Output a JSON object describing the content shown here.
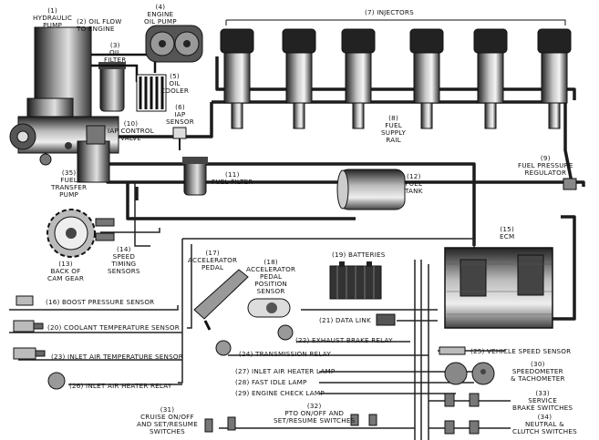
{
  "components": {
    "hydraulic_pump": "(1)\nHYDRAULIC\nPUMP",
    "oil_flow": "(2) OIL FLOW\nTO ENGINE",
    "oil_filter": "(3)\nOIL\nFILTER",
    "engine_oil_pump": "(4)\nENGINE\nOIL PUMP",
    "oil_cooler": "(5)\nOIL\nCOOLER",
    "iap_sensor": "(6)\nIAP\nSENSOR",
    "injectors": "(7) INJECTORS",
    "fuel_supply_rail": "(8)\nFUEL\nSUPPLY\nRAIL",
    "fuel_pressure_regulator": "(9)\nFUEL PRESSURE\nREGULATOR",
    "iap_control_valve": "(10)\nIAP CONTROL\nVALVE",
    "fuel_filter": "(11)\nFUEL FILTER",
    "fuel_tank": "(12)\nFUEL\nTANK",
    "back_of_cam_gear": "(13)\nBACK OF\nCAM GEAR",
    "speed_timing_sensors": "(14)\nSPEED\nTIMING\nSENSORS",
    "fuel_transfer_pump": "(35)\nFUEL\nTRANSFER\nPUMP",
    "ecm": "(15)\nECM",
    "accelerator_pedal": "(17)\nACCELERATOR\nPEDAL",
    "accelerator_pedal_position_sensor": "(18)\nACCELERATOR\nPEDAL\nPOSITION\nSENSOR",
    "batteries": "(19) BATTERIES",
    "boost_pressure_sensor": "(16) BOOST PRESSURE SENSOR",
    "coolant_temperature_sensor": "(20) COOLANT TEMPERATURE SENSOR",
    "data_link": "(21) DATA LINK",
    "exhaust_brake_relay": "(22) EXHAUST BRAKE RELAY",
    "inlet_air_temperature_sensor": "(23) INLET AIR TEMPERATURE SENSOR",
    "transmission_relay": "(24) TRANSMISSION RELAY",
    "vehicle_speed_sensor": "(25) VEHICLE SPEED SENSOR",
    "inlet_air_heater_relay": "(26) INLET AIR HEATER RELAY",
    "inlet_air_heater_lamp": "(27) INLET AIR HEATER LAMP",
    "fast_idle_lamp": "(28) FAST IDLE LAMP",
    "engine_check_lamp": "(29) ENGINE CHECK LAMP",
    "speedometer_tachometer": "(30)\nSPEEDOMETER\n& TACHOMETER",
    "cruise_switches": "(31)\nCRUISE ON/OFF\nAND SET/RESUME\nSWITCHES",
    "pto_switches": "(32)\nPTO ON/OFF AND\nSET/RESUME SWITCHES",
    "service_brake_switches": "(33)\nSERVICE\nBRAKE SWITCHES",
    "neutral_clutch_switches": "(34)\nNEUTRAL &\nCLUTCH SWITCHES"
  }
}
